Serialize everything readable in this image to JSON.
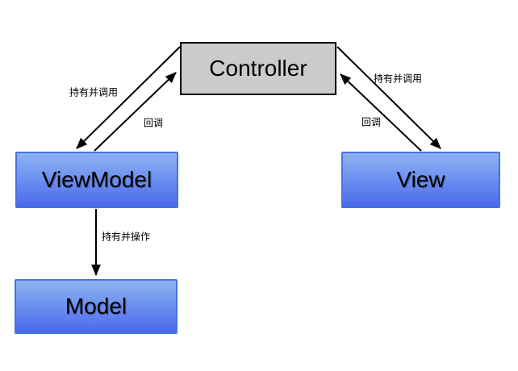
{
  "diagram": {
    "title": "MVVM-Controller relationship diagram",
    "background_color": "#ffffff",
    "nodes": {
      "controller": {
        "label": "Controller",
        "fill": "#cbcbcb",
        "border": "#000000",
        "text_color": "#000000"
      },
      "viewmodel": {
        "label": "ViewModel",
        "fill_gradient_top": "#8fb2f3",
        "fill_gradient_bottom": "#4c69ec",
        "border": "#4673e1",
        "text_color": "#000000"
      },
      "view": {
        "label": "View",
        "fill_gradient_top": "#8fb2f3",
        "fill_gradient_bottom": "#4c69ec",
        "border": "#4673e1",
        "text_color": "#000000"
      },
      "model": {
        "label": "Model",
        "fill_gradient_top": "#8fb2f3",
        "fill_gradient_bottom": "#4c69ec",
        "border": "#4673e1",
        "text_color": "#000000"
      }
    },
    "edges": {
      "controller_to_viewmodel": {
        "label": "持有并调用",
        "from": "Controller",
        "to": "ViewModel",
        "arrow_color": "#000000"
      },
      "viewmodel_to_controller": {
        "label": "回调",
        "from": "ViewModel",
        "to": "Controller",
        "arrow_color": "#000000"
      },
      "controller_to_view": {
        "label": "持有并调用",
        "from": "Controller",
        "to": "View",
        "arrow_color": "#000000"
      },
      "view_to_controller": {
        "label": "回调",
        "from": "View",
        "to": "Controller",
        "arrow_color": "#000000"
      },
      "viewmodel_to_model": {
        "label": "持有并操作",
        "from": "ViewModel",
        "to": "Model",
        "arrow_color": "#000000"
      }
    }
  }
}
